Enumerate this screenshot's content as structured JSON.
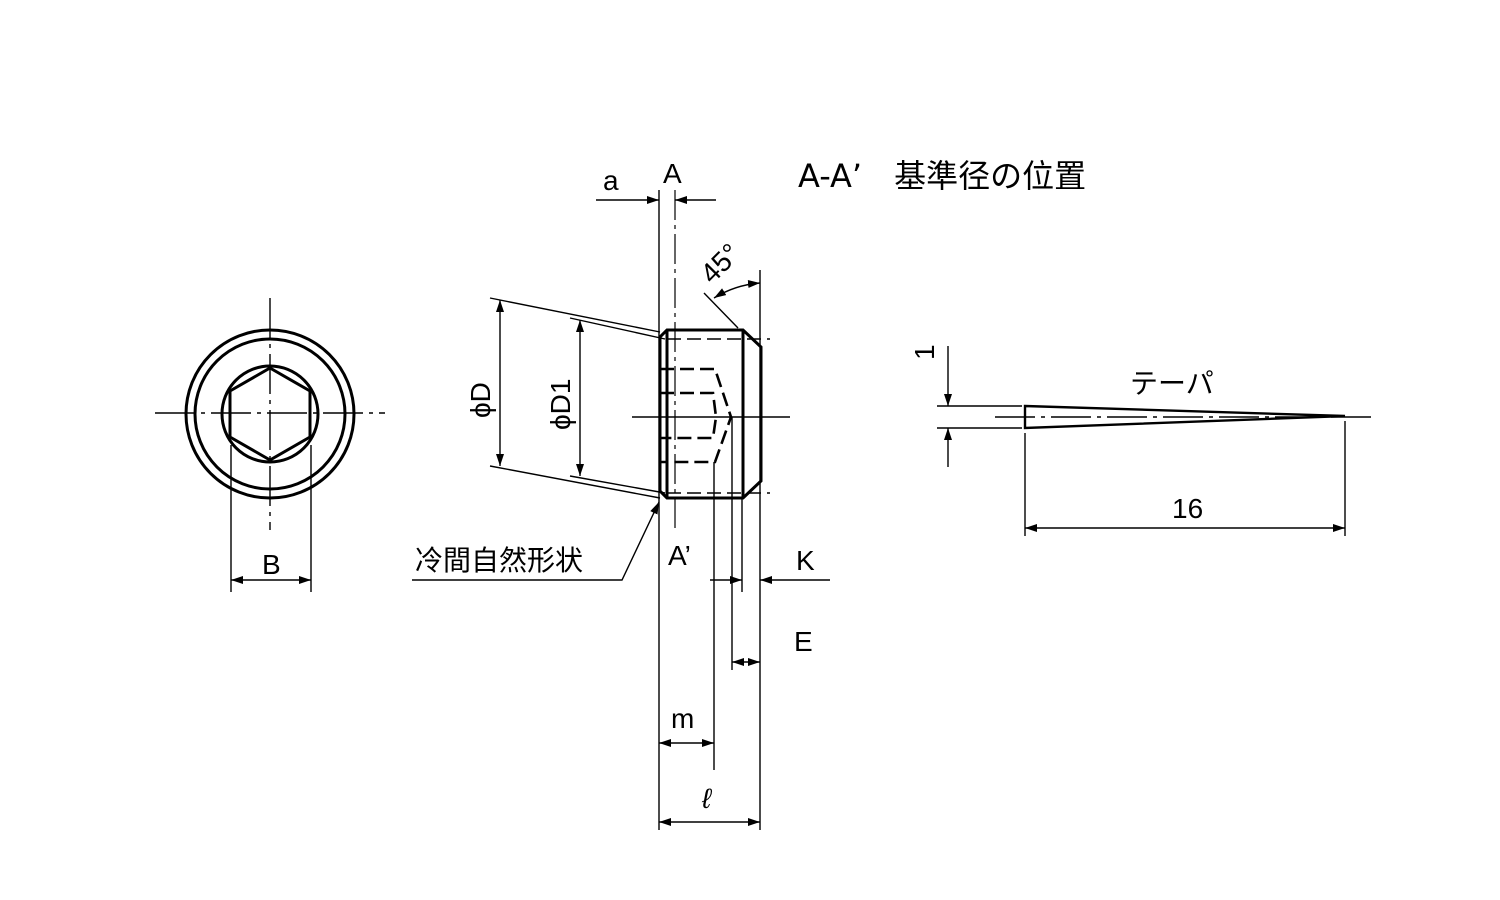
{
  "title": "A-A’　基準径の位置",
  "front_view": {
    "dim_B": "B"
  },
  "side_view": {
    "dim_a": "a",
    "section_A": "A",
    "section_A_prime": "A’",
    "angle": "45°",
    "dim_phiD": "ϕD",
    "dim_phiD1": "ϕD1",
    "dim_K": "K",
    "dim_E": "E",
    "dim_m": "m",
    "dim_l": "ℓ",
    "leader_note": "冷間自然形状"
  },
  "taper_view": {
    "label": "テーパ",
    "dim_height": "1",
    "dim_length": "16"
  }
}
